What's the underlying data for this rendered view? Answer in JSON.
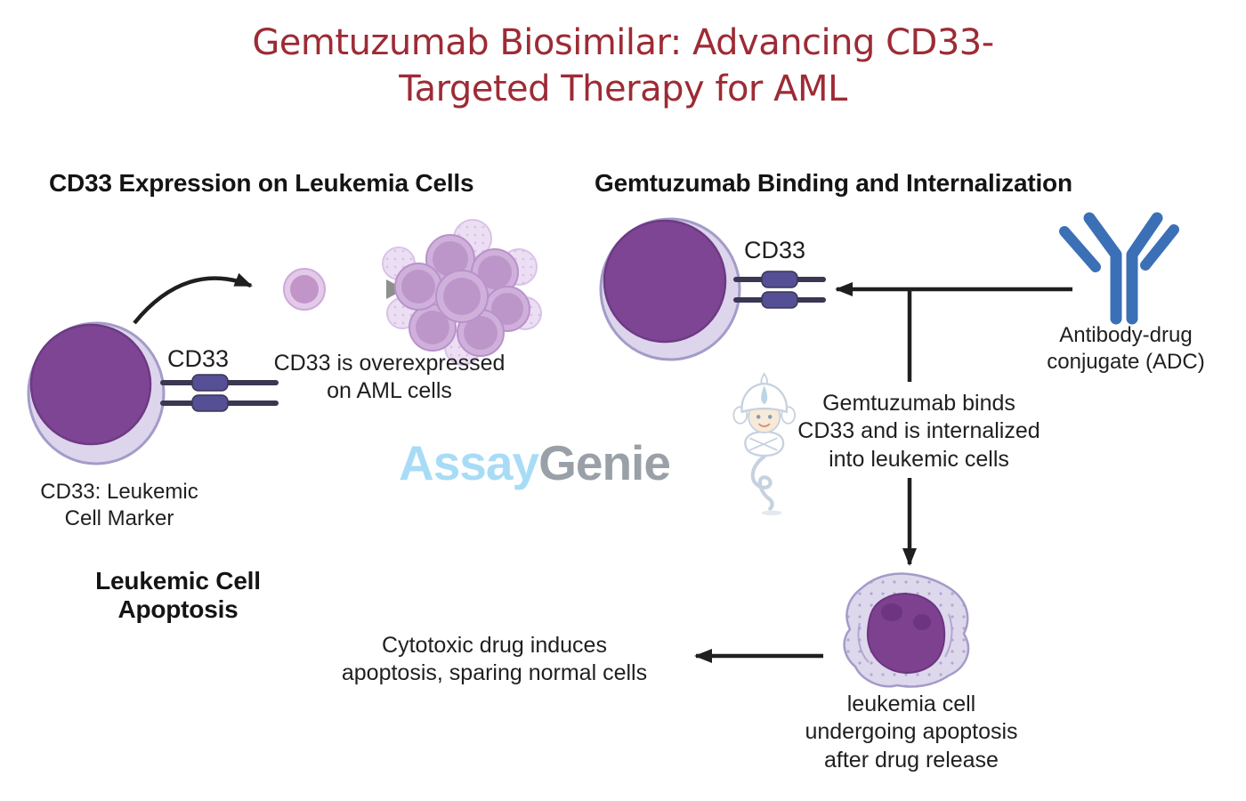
{
  "title": "Gemtuzumab Biosimilar: Advancing CD33-\nTargeted Therapy for AML",
  "sections": {
    "expression": {
      "heading": "CD33 Expression on Leukemia Cells",
      "receptor_label": "CD33",
      "cell_caption": "CD33: Leukemic\nCell Marker",
      "result_caption": "CD33 is overexpressed\non AML cells"
    },
    "binding": {
      "heading": "Gemtuzumab Binding and Internalization",
      "receptor_label": "CD33",
      "adc_caption": "Antibody-drug\nconjugate (ADC)",
      "process_caption": "Gemtuzumab binds\nCD33 and is internalized\ninto leukemic cells"
    },
    "apoptosis": {
      "heading": "Leukemic Cell\nApoptosis",
      "drug_caption": "Cytotoxic drug induces\napoptosis, sparing normal cells",
      "cell_caption": "leukemia cell\nundergoing apoptosis\nafter drug release"
    }
  },
  "watermark": {
    "brand_first": "Assay",
    "brand_second": "Genie",
    "mascot_icon": "genie-icon"
  },
  "icons": {
    "antibody": "antibody-y-icon",
    "mascot": "genie-icon"
  },
  "colors": {
    "title_red": "#9d2b35",
    "heading_black": "#141414",
    "body_text": "#1f1f1f",
    "cell_nucleus": "#7f4595",
    "cell_membrane": "#dcd5ec",
    "membrane_border": "#a49bc8",
    "receptor_pill": "#554f96",
    "receptor_stem": "#3a3753",
    "antibody_blue": "#3b70b6",
    "arrow_black": "#1f1f1f",
    "watermark_blue": "#a8dcf6",
    "watermark_gray": "#9aa0a8"
  }
}
